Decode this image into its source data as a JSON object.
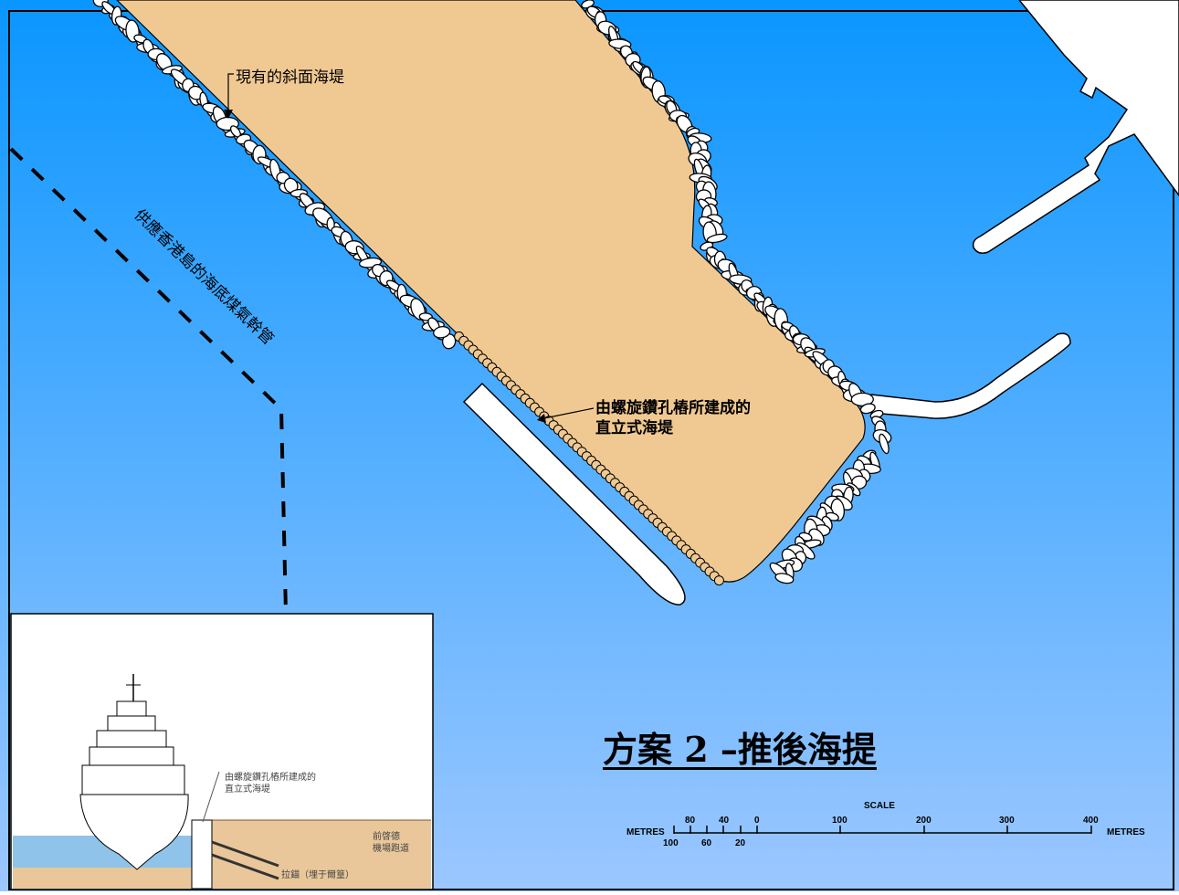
{
  "labels": {
    "existing_seawall": "現有的斜面海堤",
    "vertical_seawall_line1": "由螺旋鑽孔樁所建成的",
    "vertical_seawall_line2": "直立式海堤",
    "gas_main": "供應香港島的海底煤氣幹管",
    "title": "方案 2 –推後海提"
  },
  "scale_bar": {
    "title": "SCALE",
    "unit_left": "METRES",
    "unit_right": "METRES",
    "ticks_top": [
      "80",
      "40",
      "0",
      "100",
      "200",
      "300",
      "400"
    ],
    "ticks_bottom": [
      "100",
      "60",
      "20"
    ]
  },
  "inset": {
    "vertical_seawall_line1": "由螺旋鑽孔樁所建成的",
    "vertical_seawall_line2": "直立式海堤",
    "runway_line1": "前啓德",
    "runway_line2": "機場跑道",
    "anchor": "拉錨（埋于爾篁）"
  },
  "colors": {
    "sea_top": "#0a96ff",
    "sea_bottom": "#9cc7ff",
    "land": "#f0c992",
    "rock": "#ffffff",
    "inset_sea": "#8fc3ea",
    "inset_land": "#e9c79a"
  }
}
